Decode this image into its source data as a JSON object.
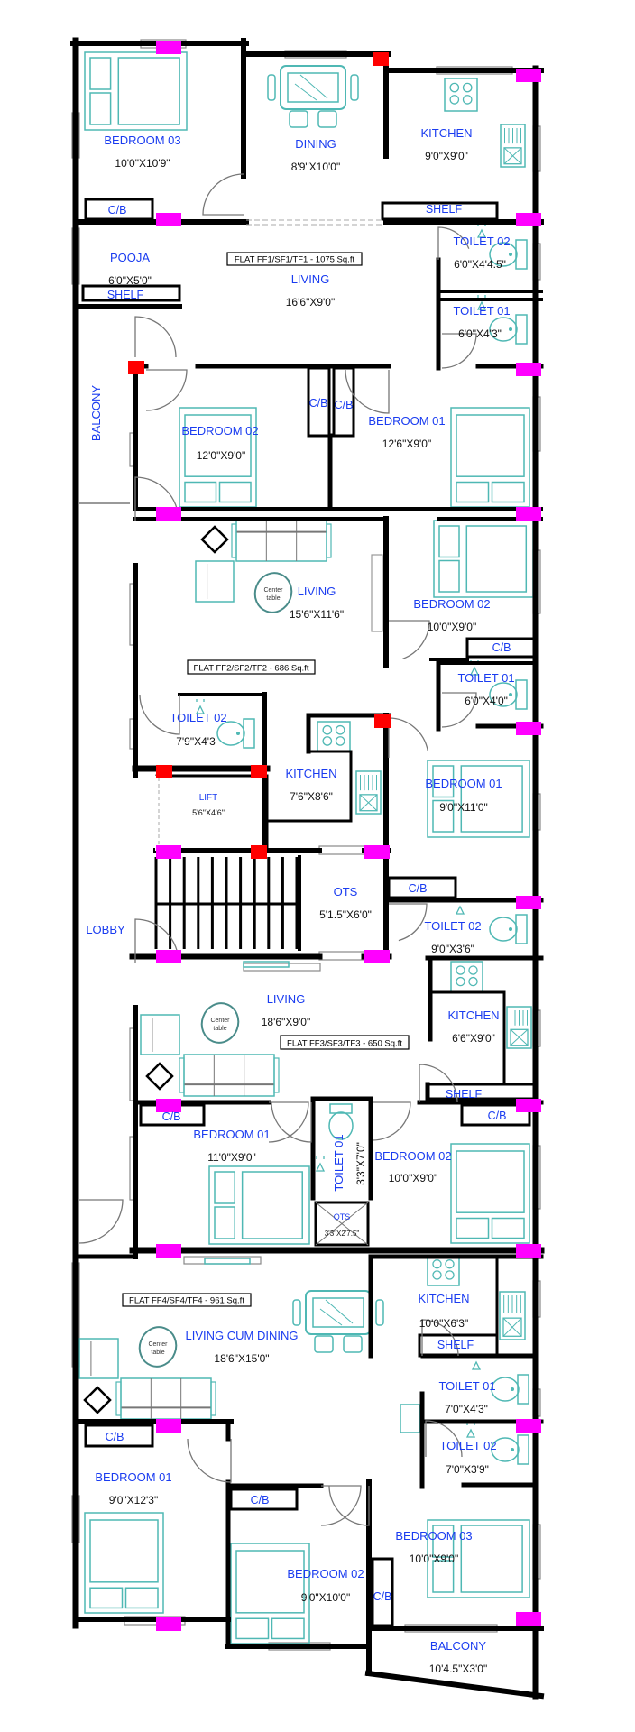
{
  "colors": {
    "wall": "#000000",
    "column_a": "#ff00ff",
    "column_b": "#ff0000",
    "furniture": "#4fb8b4",
    "label": "#1a3cf0",
    "window": "#888888"
  },
  "flats": [
    {
      "title": "FLAT FF1/SF1/TF1 - 1075 Sq.ft",
      "rooms": [
        {
          "name": "BEDROOM 03",
          "size": "10'0\"X10'9\""
        },
        {
          "name": "DINING",
          "size": "8'9\"X10'0\""
        },
        {
          "name": "KITCHEN",
          "size": "9'0\"X9'0\""
        },
        {
          "name": "TOILET 02",
          "size": "6'0\"X4'4.5\""
        },
        {
          "name": "POOJA",
          "size": "6'0\"X5'0\""
        },
        {
          "name": "LIVING",
          "size": "16'6\"X9'0\""
        },
        {
          "name": "TOILET 01",
          "size": "6'0\"X4'3\""
        },
        {
          "name": "BEDROOM 01",
          "size": "12'6\"X9'0\""
        },
        {
          "name": "BEDROOM 02",
          "size": "12'0\"X9'0\""
        }
      ],
      "fixtures": [
        "C/B",
        "SHELF",
        "SHELF",
        "C/B",
        "C/B"
      ]
    },
    {
      "title": "FLAT FF2/SF2/TF2 - 686 Sq.ft",
      "rooms": [
        {
          "name": "LIVING",
          "size": "15'6\"X11'6\""
        },
        {
          "name": "BEDROOM 02",
          "size": "10'0\"X9'0\""
        },
        {
          "name": "TOILET 01",
          "size": "6'0\"X4'0\""
        },
        {
          "name": "TOILET 02",
          "size": "7'9\"X4'3"
        },
        {
          "name": "KITCHEN",
          "size": "7'6\"X8'6\""
        },
        {
          "name": "BEDROOM 01",
          "size": "9'0\"X11'0\""
        }
      ],
      "fixtures": [
        "C/B",
        "C/B"
      ]
    },
    {
      "title": "FLAT FF3/SF3/TF3 - 650 Sq.ft",
      "rooms": [
        {
          "name": "TOILET 02",
          "size": "9'0\"X3'6\""
        },
        {
          "name": "LIVING",
          "size": "18'6\"X9'0\""
        },
        {
          "name": "KITCHEN",
          "size": "6'6\"X9'0\""
        },
        {
          "name": "BEDROOM 01",
          "size": "11'0\"X9'0\""
        },
        {
          "name": "TOILET 01",
          "size": "3'3\"X7'0\""
        },
        {
          "name": "BEDROOM 02",
          "size": "10'0\"X9'0\""
        },
        {
          "name": "OTS",
          "size": "3'3\"X2'7.5\""
        }
      ],
      "fixtures": [
        "SHELF",
        "C/B",
        "C/B"
      ]
    },
    {
      "title": "FLAT FF4/SF4/TF4 - 961 Sq.ft",
      "rooms": [
        {
          "name": "KITCHEN",
          "size": "10'0\"X6'3\""
        },
        {
          "name": "LIVING CUM DINING",
          "size": "18'6\"X15'0\""
        },
        {
          "name": "TOILET 01",
          "size": "7'0\"X4'3\""
        },
        {
          "name": "TOILET 02",
          "size": "7'0\"X3'9\""
        },
        {
          "name": "BEDROOM 01",
          "size": "9'0\"X12'3\""
        },
        {
          "name": "BEDROOM 03",
          "size": "10'0\"X9'0\""
        },
        {
          "name": "BEDROOM 02",
          "size": "9'0\"X10'0\""
        },
        {
          "name": "BALCONY",
          "size": "10'4.5\"X3'0\""
        }
      ],
      "fixtures": [
        "SHELF",
        "C/B",
        "C/B",
        "C/B"
      ]
    }
  ],
  "common": {
    "balcony": "BALCONY",
    "lobby": "LOBBY",
    "lift": {
      "name": "LIFT",
      "size": "5'6\"X4'6\""
    },
    "ots": {
      "name": "OTS",
      "size": "5'1.5\"X6'0\""
    }
  },
  "furniture": {
    "center_table": [
      "Center",
      "table"
    ]
  }
}
